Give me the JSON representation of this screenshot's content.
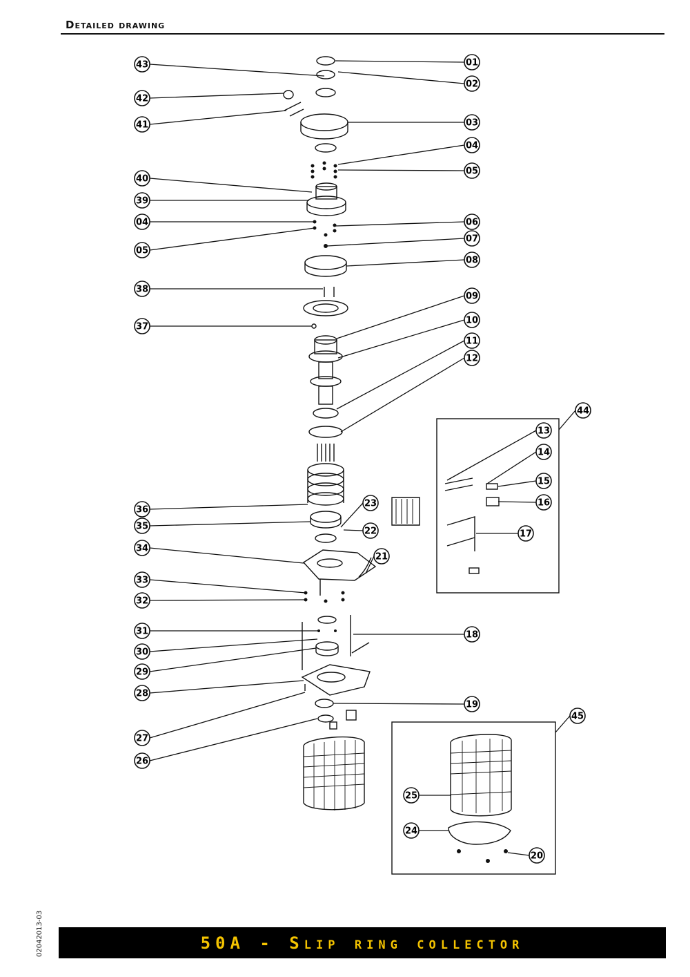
{
  "header": {
    "title": "Detailed drawing"
  },
  "footer": {
    "title": "50A - Slip ring collector"
  },
  "side_code": "02042013-03",
  "colors": {
    "accent": "#f5c400",
    "band": "#000000"
  },
  "callouts_left": [
    "43",
    "42",
    "41",
    "40",
    "39",
    "04",
    "05",
    "38",
    "37",
    "36",
    "35",
    "34",
    "33",
    "32",
    "31",
    "30",
    "29",
    "28",
    "27",
    "26"
  ],
  "callouts_right": [
    "01",
    "02",
    "03",
    "04",
    "05",
    "06",
    "07",
    "08",
    "09",
    "10",
    "11",
    "12",
    "23",
    "22",
    "21",
    "18",
    "19"
  ],
  "callouts_inset44": [
    "13",
    "14",
    "15",
    "16",
    "17"
  ],
  "callouts_inset45": [
    "25",
    "24",
    "20"
  ],
  "inset_labels": [
    "44",
    "45"
  ]
}
